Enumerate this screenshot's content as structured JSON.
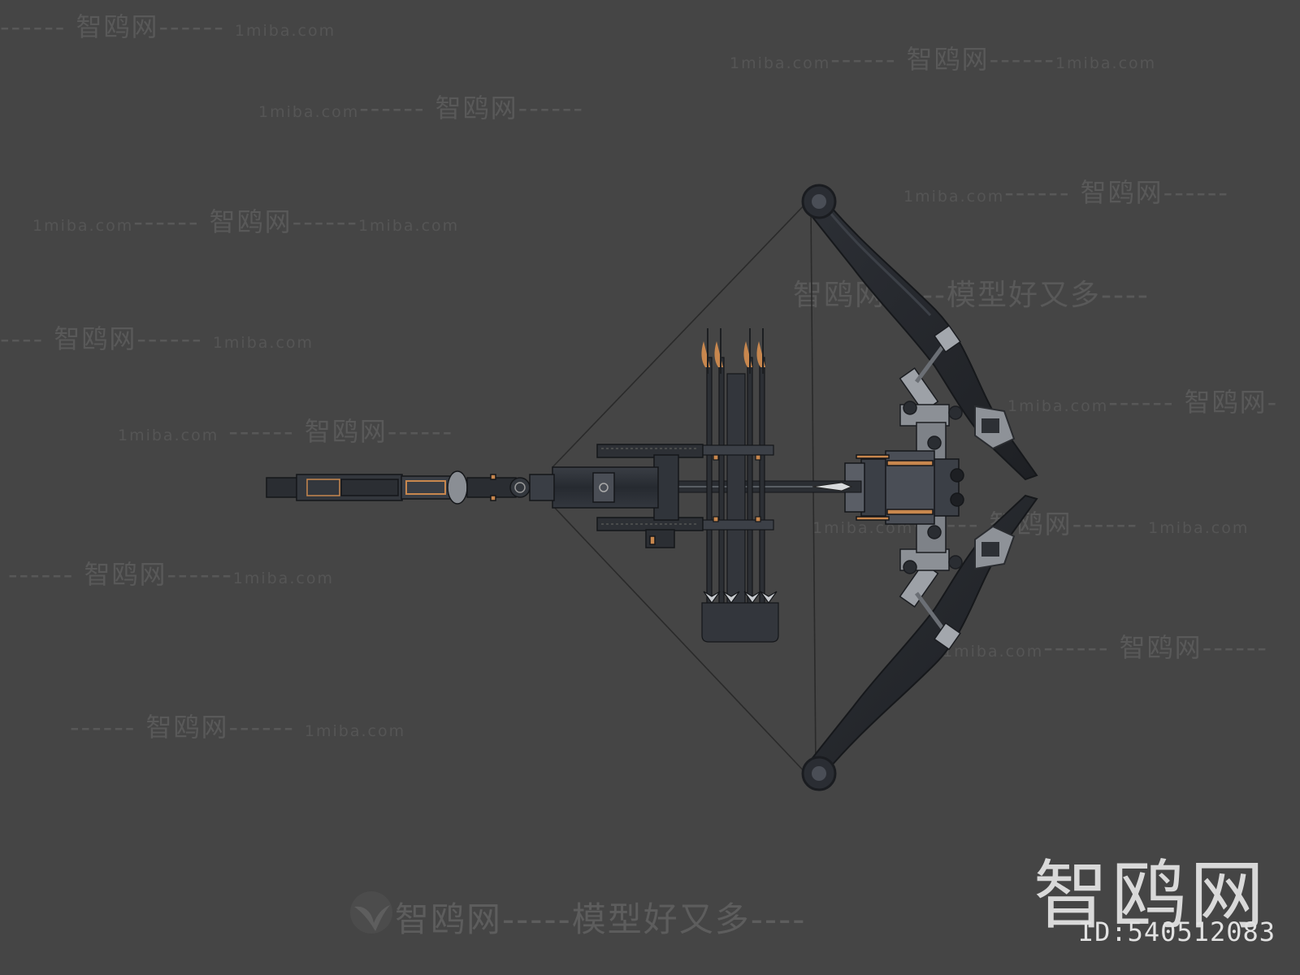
{
  "watermarks": {
    "brand": "智鸥网",
    "site": "1miba.com",
    "slogan": "智鸥网-----模型好又多----"
  },
  "brand_corner": {
    "title": "智鸥网",
    "id_text": "ID:540512083"
  },
  "colors": {
    "background": "#454545",
    "crossbow_body": "#2b2e33",
    "limb": "#23262b",
    "accent_orange": "#c8874e",
    "metal_light": "#9a9ea4"
  }
}
